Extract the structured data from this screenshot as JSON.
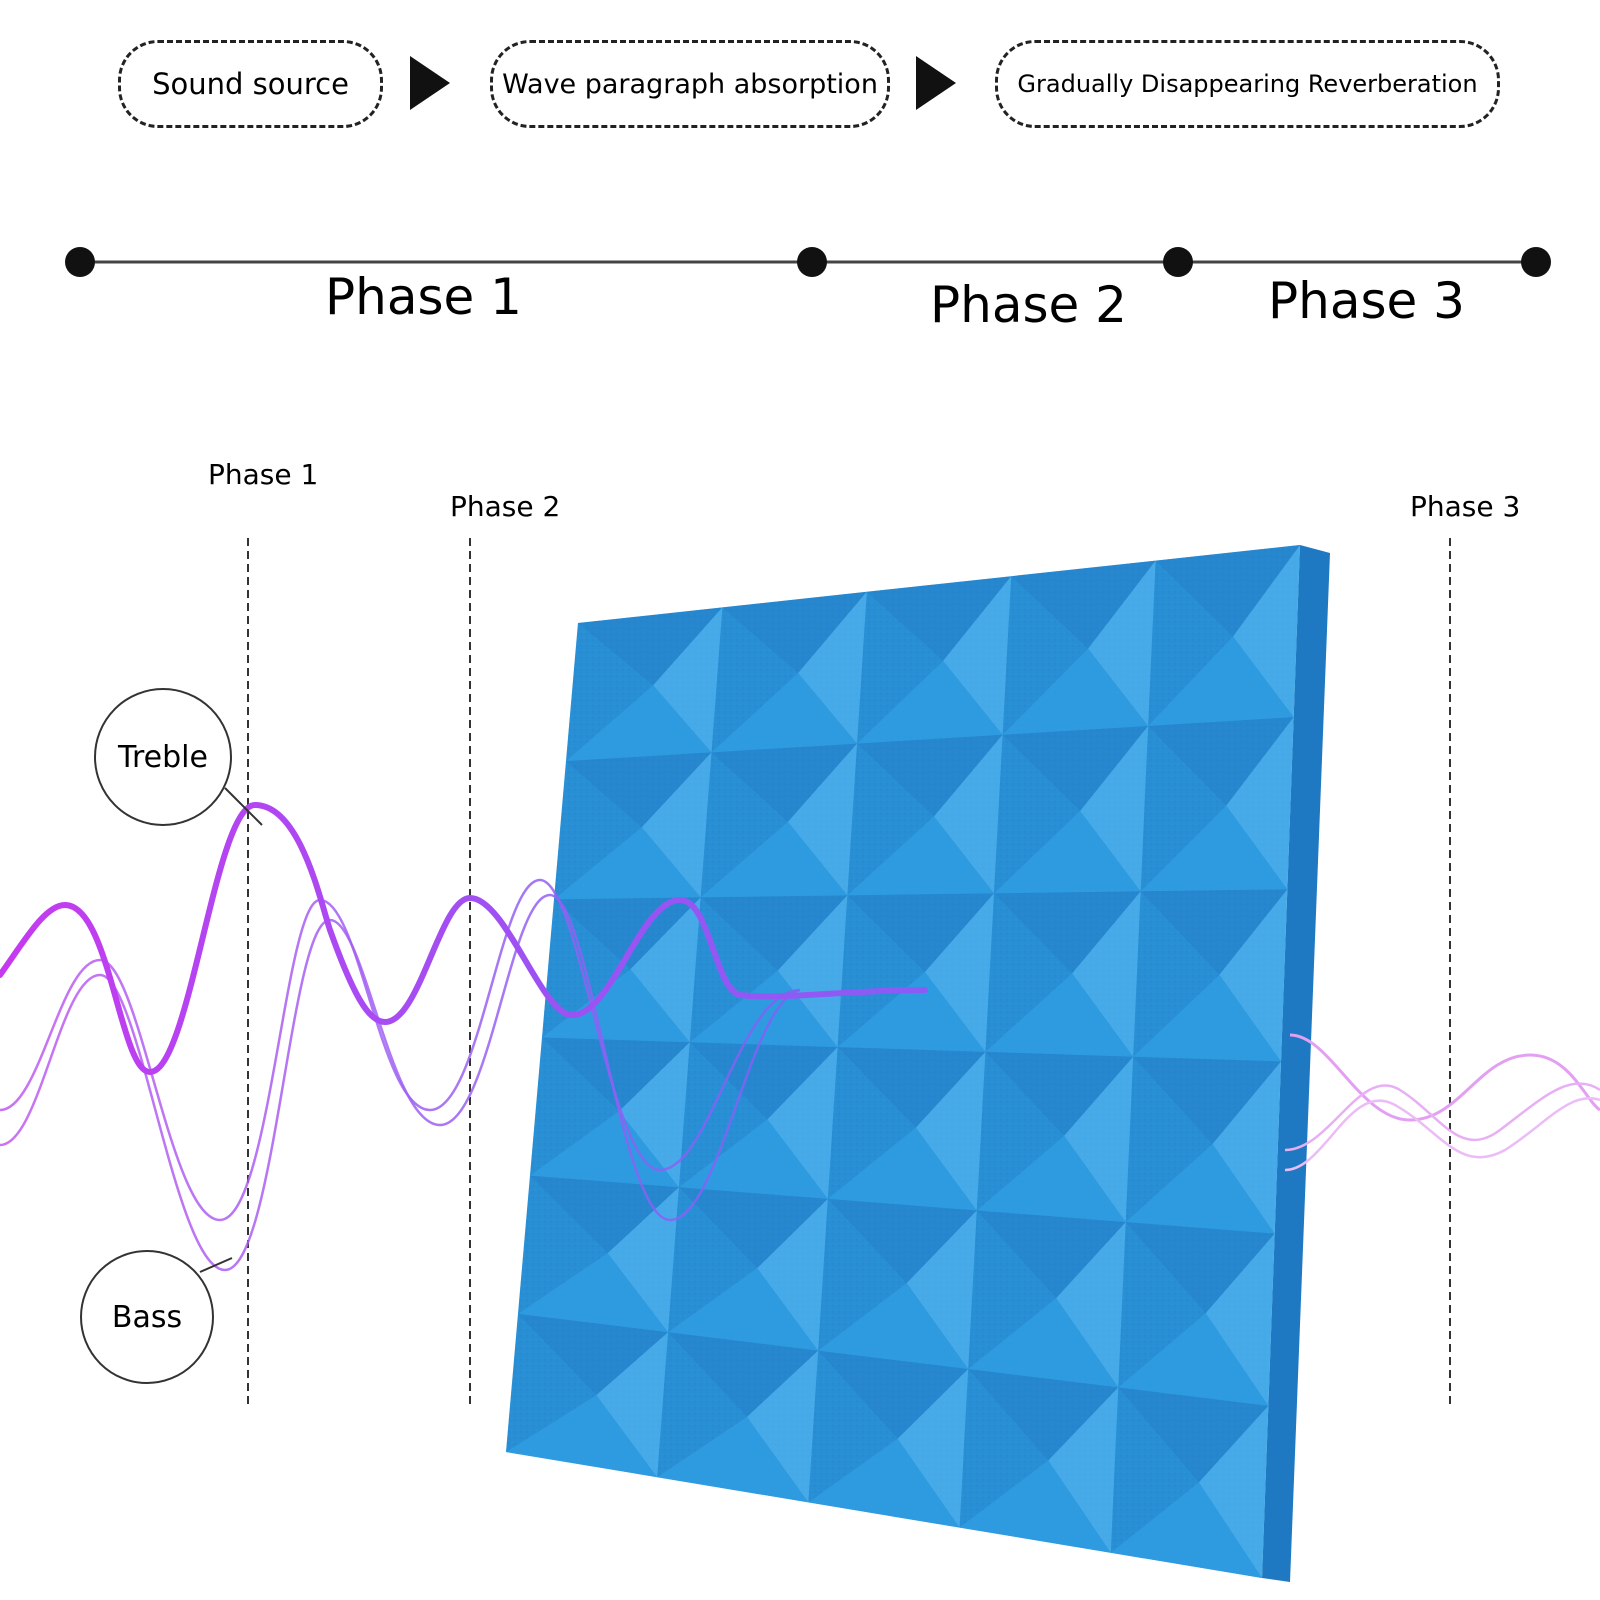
{
  "flow": {
    "steps": [
      "Sound source",
      "Wave paragraph absorption",
      "Gradually Disappearing Reverberation"
    ]
  },
  "timeline": {
    "phases": [
      "Phase 1",
      "Phase 2",
      "Phase 3"
    ]
  },
  "diagram": {
    "phase_markers": [
      "Phase 1",
      "Phase 2",
      "Phase 3"
    ],
    "callouts": {
      "treble": "Treble",
      "bass": "Bass"
    },
    "colors": {
      "foam": "#2f9be0",
      "foam_dark": "#1f77bf",
      "foam_light": "#5bb6ef",
      "wave_treble": "#c33cf0",
      "wave_bass": "#8a5cf5",
      "wave_faded": "#e6a2f2"
    }
  }
}
